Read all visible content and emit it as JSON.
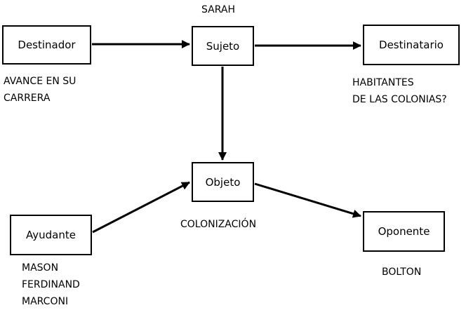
{
  "nodes": {
    "destinador": {
      "name": "Destinador",
      "label": [
        "AVANCE EN SU",
        "CARRERA"
      ]
    },
    "sujeto": {
      "name": "Sujeto",
      "label": [
        "SARAH"
      ]
    },
    "destinatario": {
      "name": "Destinatario",
      "label": [
        "HABITANTES",
        "DE LAS COLONIAS?"
      ]
    },
    "objeto": {
      "name": "Objeto",
      "label": [
        "COLONIZACIÓN"
      ]
    },
    "ayudante": {
      "name": "Ayudante",
      "label": [
        "MASON",
        "FERDINAND",
        "MARCONI"
      ]
    },
    "oponente": {
      "name": "Oponente",
      "label": [
        "BOLTON"
      ]
    }
  },
  "edges": [
    {
      "from": "destinador",
      "to": "sujeto"
    },
    {
      "from": "sujeto",
      "to": "destinatario"
    },
    {
      "from": "sujeto",
      "to": "objeto"
    },
    {
      "from": "ayudante",
      "to": "objeto"
    },
    {
      "from": "objeto",
      "to": "oponente"
    }
  ],
  "colors": {
    "stroke": "#000000",
    "background": "#ffffff"
  }
}
